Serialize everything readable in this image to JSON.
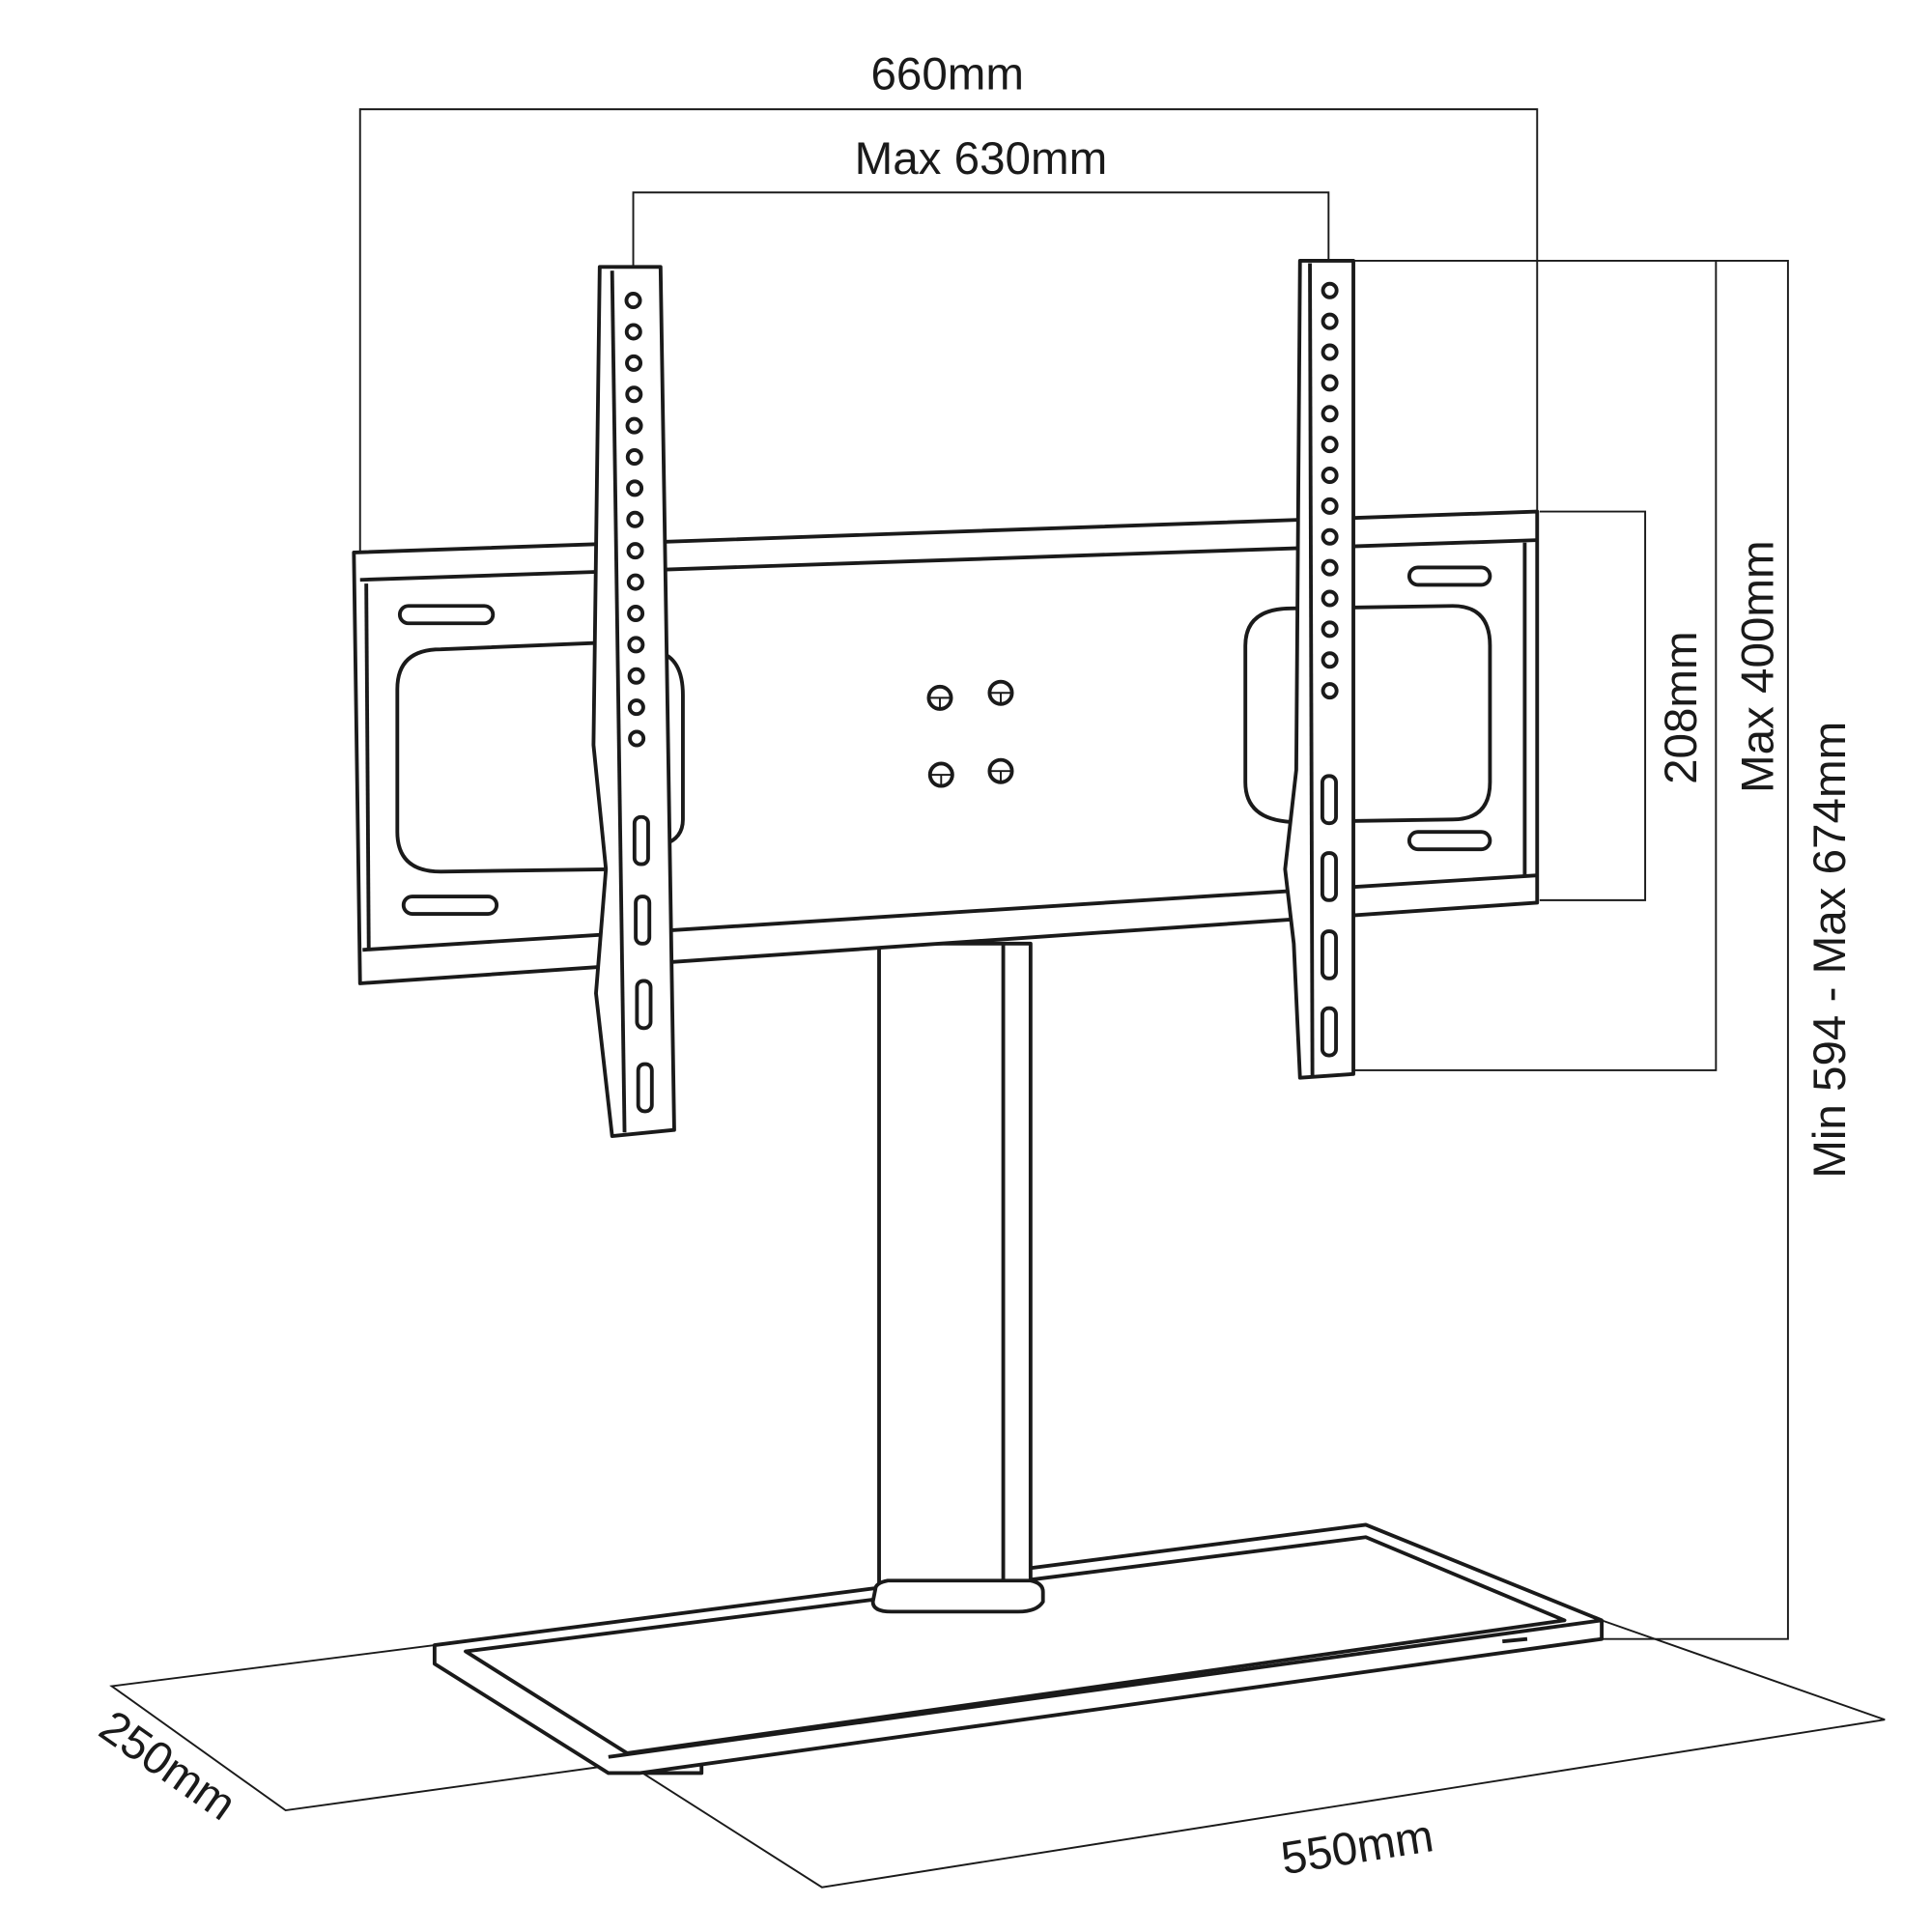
{
  "labels": {
    "overall_width": "660mm",
    "vesa_width": "Max 630mm",
    "plate_height": "208mm",
    "vesa_height": "Max 400mm",
    "total_height": "Min 594 - Max 674mm",
    "base_depth": "250mm",
    "base_width": "550mm"
  },
  "colors": {
    "line": "#1a1a1a",
    "background": "#ffffff"
  }
}
